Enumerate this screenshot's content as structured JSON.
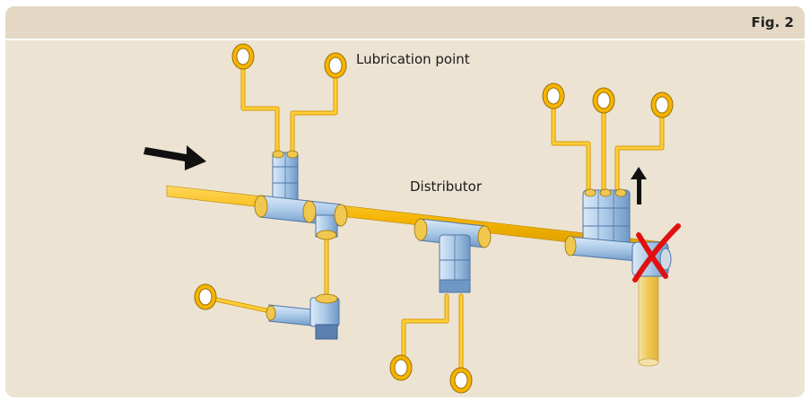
{
  "figure_label": "Fig. 2",
  "callouts": {
    "lubrication_point": "Lubrication point",
    "distributor": "Distributor"
  },
  "colors": {
    "background": "#ece3d3",
    "header_band": "#e4d8c4",
    "pipe": "#f5b400",
    "pipe_highlight": "#ffd75c",
    "fitting": "#a9c8e8",
    "fitting_dark": "#6f97c4",
    "brass": "#f0c850",
    "arrow": "#111111",
    "cross_mark": "#e01010"
  }
}
